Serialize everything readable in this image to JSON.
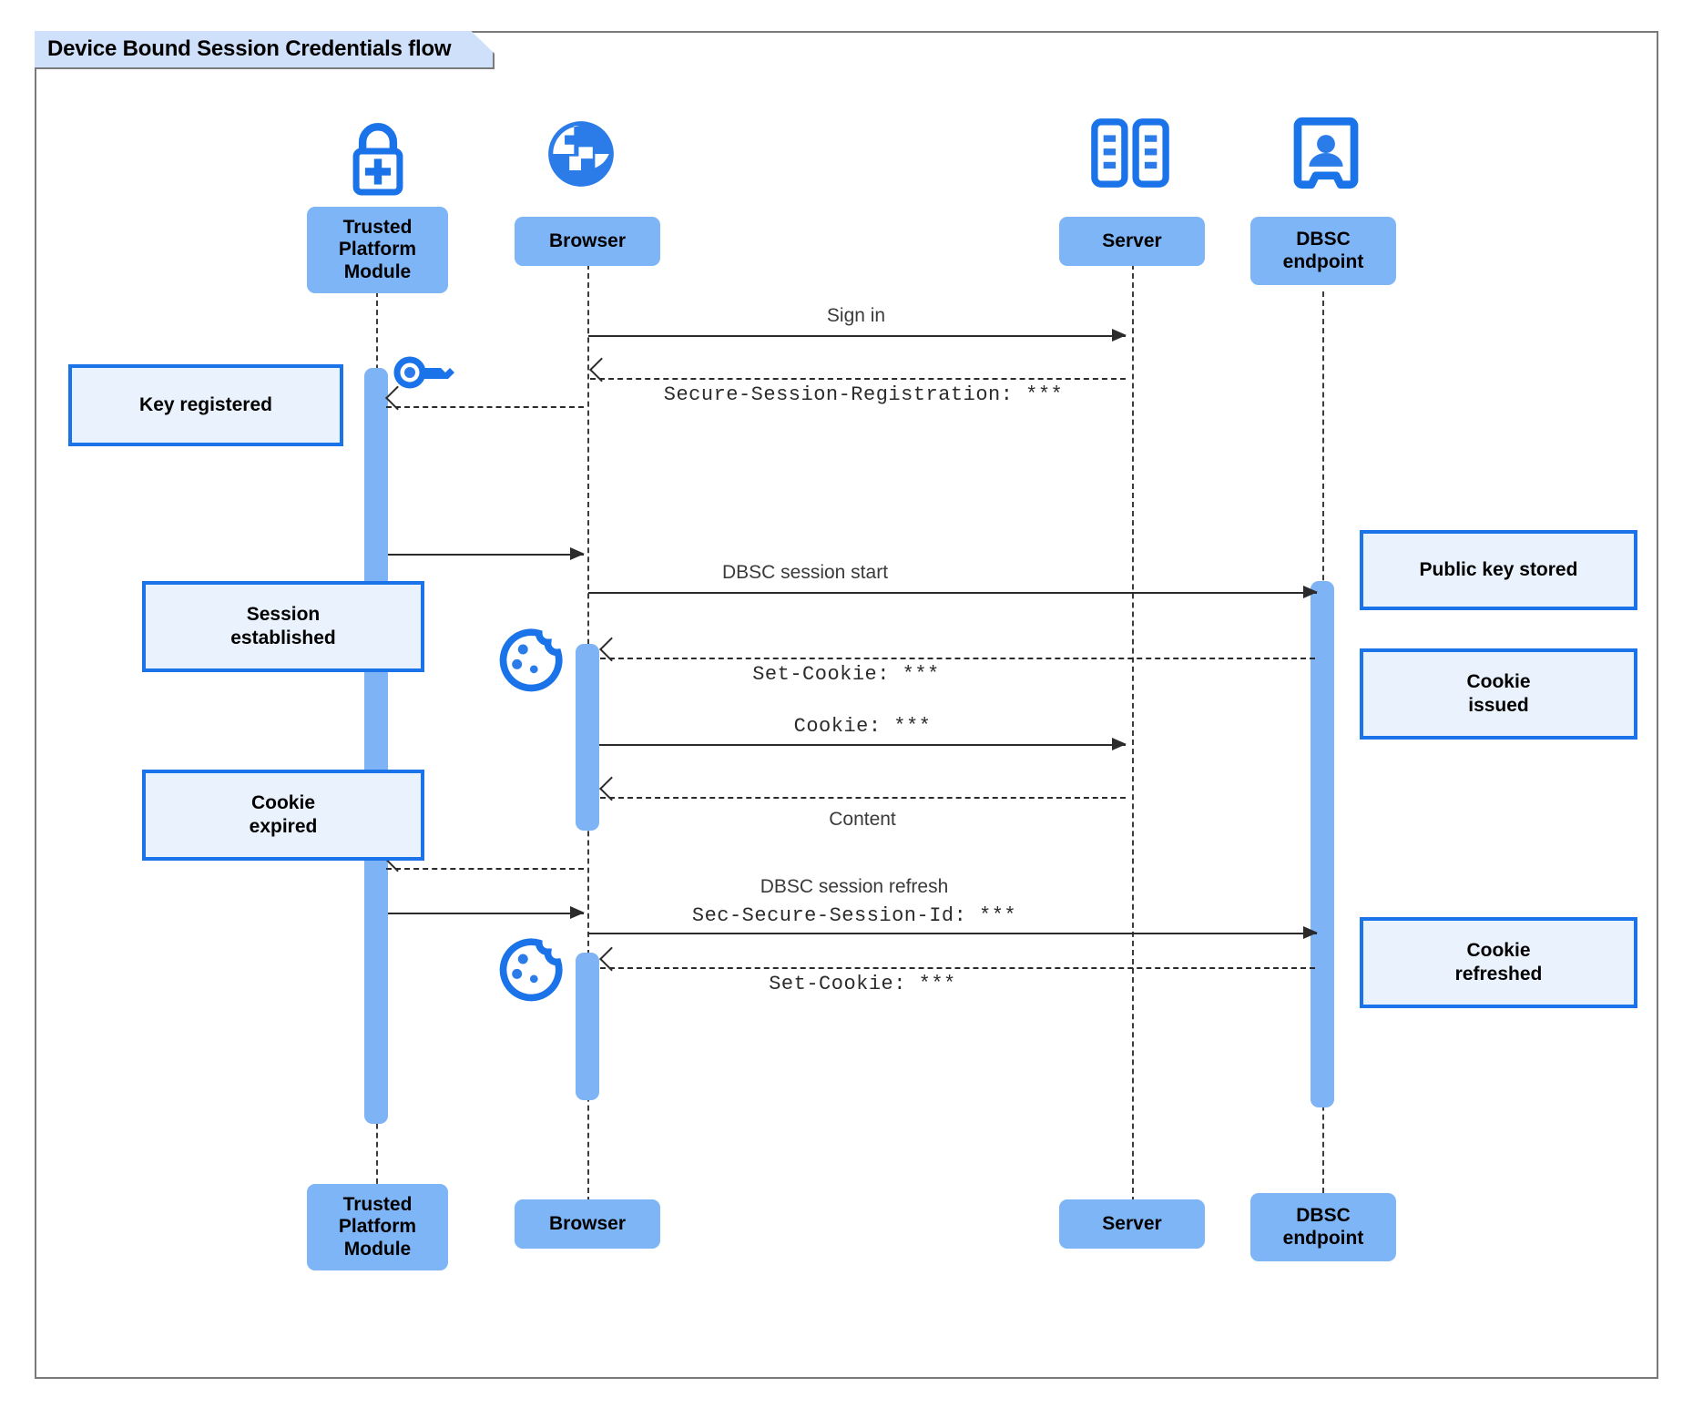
{
  "diagram": {
    "title": "Device Bound Session Credentials flow",
    "type": "sequence-diagram",
    "colors": {
      "participant_fill": "#7eb5f7",
      "note_fill": "#eaf2fd",
      "note_border": "#1a73e8",
      "activation_fill": "#7eb3f5",
      "icon_blue": "#1a73e8",
      "title_tab_fill": "#cfe0fa",
      "frame_border": "#7a7a7a",
      "line": "#2b2b2b"
    }
  },
  "participants": [
    {
      "id": "tpm",
      "label": "Trusted\nPlatform\nModule",
      "label_line1": "Trusted",
      "label_line2": "Platform",
      "label_line3": "Module",
      "icon": "lock-plus-icon"
    },
    {
      "id": "browser",
      "label": "Browser",
      "icon": "globe-icon"
    },
    {
      "id": "server",
      "label": "Server",
      "icon": "server-rack-icon"
    },
    {
      "id": "dbsc",
      "label": "DBSC\nendpoint",
      "label_line1": "DBSC",
      "label_line2": "endpoint",
      "icon": "id-badge-icon"
    }
  ],
  "messages": [
    {
      "id": "m1",
      "from": "browser",
      "to": "server",
      "label": "Sign in",
      "style": "proportional",
      "kind": "call"
    },
    {
      "id": "m2",
      "from": "server",
      "to": "browser",
      "label": "Secure-Session-Registration: ***",
      "style": "mono",
      "kind": "return"
    },
    {
      "id": "m3",
      "from": "browser",
      "to": "tpm",
      "label": "",
      "style": "mono",
      "kind": "return"
    },
    {
      "id": "m4",
      "from": "tpm",
      "to": "browser",
      "label": "",
      "style": "proportional",
      "kind": "call"
    },
    {
      "id": "m5",
      "from": "browser",
      "to": "dbsc",
      "label": "DBSC session start",
      "style": "proportional",
      "kind": "call"
    },
    {
      "id": "m6",
      "from": "dbsc",
      "to": "browser",
      "label": "Set-Cookie: ***",
      "style": "mono",
      "kind": "return"
    },
    {
      "id": "m7",
      "from": "browser",
      "to": "server",
      "label": "Cookie: ***",
      "style": "mono",
      "kind": "call"
    },
    {
      "id": "m8",
      "from": "server",
      "to": "browser",
      "label": "Content",
      "style": "proportional",
      "kind": "return"
    },
    {
      "id": "m9",
      "from": "browser",
      "to": "tpm",
      "label": "",
      "style": "mono",
      "kind": "return"
    },
    {
      "id": "m10",
      "from": "tpm",
      "to": "browser",
      "label": "",
      "style": "proportional",
      "kind": "call"
    },
    {
      "id": "m11",
      "from": "browser",
      "to": "dbsc",
      "label_line1": "DBSC session refresh",
      "label_line2": "Sec-Secure-Session-Id: ***",
      "style": "mixed",
      "kind": "call"
    },
    {
      "id": "m12",
      "from": "dbsc",
      "to": "browser",
      "label": "Set-Cookie: ***",
      "style": "mono",
      "kind": "return"
    }
  ],
  "notes": [
    {
      "id": "n1",
      "text": "Key registered",
      "line1": "Key registered",
      "attached_to": "tpm",
      "side": "left"
    },
    {
      "id": "n2",
      "text": "Session established",
      "line1": "Session",
      "line2": "established",
      "attached_to": "tpm",
      "side": "left"
    },
    {
      "id": "n3",
      "text": "Cookie expired",
      "line1": "Cookie",
      "line2": "expired",
      "attached_to": "tpm",
      "side": "left"
    },
    {
      "id": "n4",
      "text": "Public key stored",
      "line1": "Public key stored",
      "attached_to": "dbsc",
      "side": "right"
    },
    {
      "id": "n5",
      "text": "Cookie issued",
      "line1": "Cookie",
      "line2": "issued",
      "attached_to": "dbsc",
      "side": "right"
    },
    {
      "id": "n6",
      "text": "Cookie refreshed",
      "line1": "Cookie",
      "line2": "refreshed",
      "attached_to": "dbsc",
      "side": "right"
    }
  ],
  "inline_icons": [
    {
      "id": "key1",
      "name": "key-icon",
      "near": "tpm"
    },
    {
      "id": "cookie1",
      "name": "cookie-icon",
      "near": "browser"
    },
    {
      "id": "cookie2",
      "name": "cookie-icon",
      "near": "browser"
    }
  ]
}
